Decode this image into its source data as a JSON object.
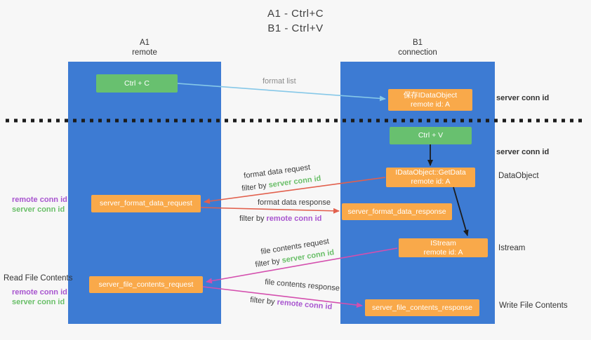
{
  "title": {
    "line1": "A1 - Ctrl+C",
    "line2": "B1 - Ctrl+V"
  },
  "lanes": {
    "left": {
      "name": "A1",
      "role": "remote"
    },
    "right": {
      "name": "B1",
      "role": "connection"
    }
  },
  "nodes": {
    "ctrl_c": {
      "label": "Ctrl + C"
    },
    "ctrl_v": {
      "label": "Ctrl + V"
    },
    "save_dataobject": {
      "line1": "保存IDataObject",
      "line2": "remote id: A"
    },
    "getdata": {
      "line1": "IDataObject::GetData",
      "line2": "remote id: A"
    },
    "istream": {
      "line1": "IStream",
      "line2": "remote id: A"
    },
    "server_format_data_request": {
      "label": "server_format_data_request"
    },
    "server_format_data_response": {
      "label": "server_format_data_response"
    },
    "server_file_contents_request": {
      "label": "server_file_contents_request"
    },
    "server_file_contents_response": {
      "label": "server_file_contents_response"
    }
  },
  "arrow_labels": {
    "format_list": "format list",
    "format_data_request": "format data request",
    "format_data_response": "format data response",
    "file_contents_request": "file contents request",
    "file_contents_response": "file contents response",
    "filter_by": "filter by",
    "server_conn_id": "server conn id",
    "remote_conn_id": "remote conn id"
  },
  "annotations": {
    "server_conn_id_top": "server conn id",
    "server_conn_id_mid": "server conn id",
    "dataobject": "DataObject",
    "istream": "Istream",
    "read_file_contents": "Read File Contents",
    "write_file_contents": "Write File Contents",
    "left_group_top": {
      "remote": "remote conn id",
      "server": "server conn id"
    },
    "left_group_bottom": {
      "remote": "remote conn id",
      "server": "server conn id"
    }
  },
  "colors": {
    "lane_blue": "#3d7bd3",
    "node_green": "#68c06f",
    "node_orange": "#f9a94a",
    "arrow_blue": "#86c8e8",
    "arrow_red": "#e2604d",
    "arrow_magenta": "#d44fae",
    "text_green": "#6abf69",
    "text_purple": "#a855cf"
  }
}
